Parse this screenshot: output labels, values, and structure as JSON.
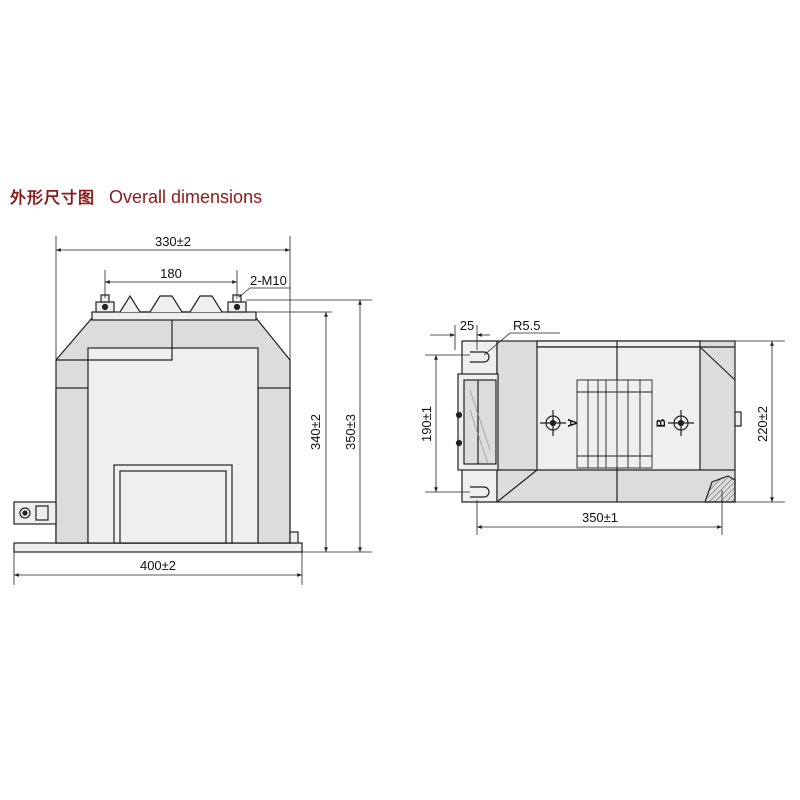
{
  "title": {
    "cn": "外形尺寸图",
    "en": "Overall dimensions"
  },
  "colors": {
    "title": "#8b1a1a",
    "body_fill": "#dcdcdc",
    "light_fill": "#efefef",
    "line": "#222222"
  },
  "front_view": {
    "dims": {
      "top_width": "330±2",
      "terminal_spacing": "180",
      "terminal_thread": "2-M10",
      "height_inner": "340±2",
      "height_total": "350±3",
      "base_width": "400±2"
    }
  },
  "top_view": {
    "dims": {
      "slot_offset": "25",
      "slot_radius": "R5.5",
      "mount_height": "190±1",
      "mount_length": "350±1",
      "total_height": "220±2"
    },
    "terminals": [
      "A",
      "B"
    ]
  }
}
